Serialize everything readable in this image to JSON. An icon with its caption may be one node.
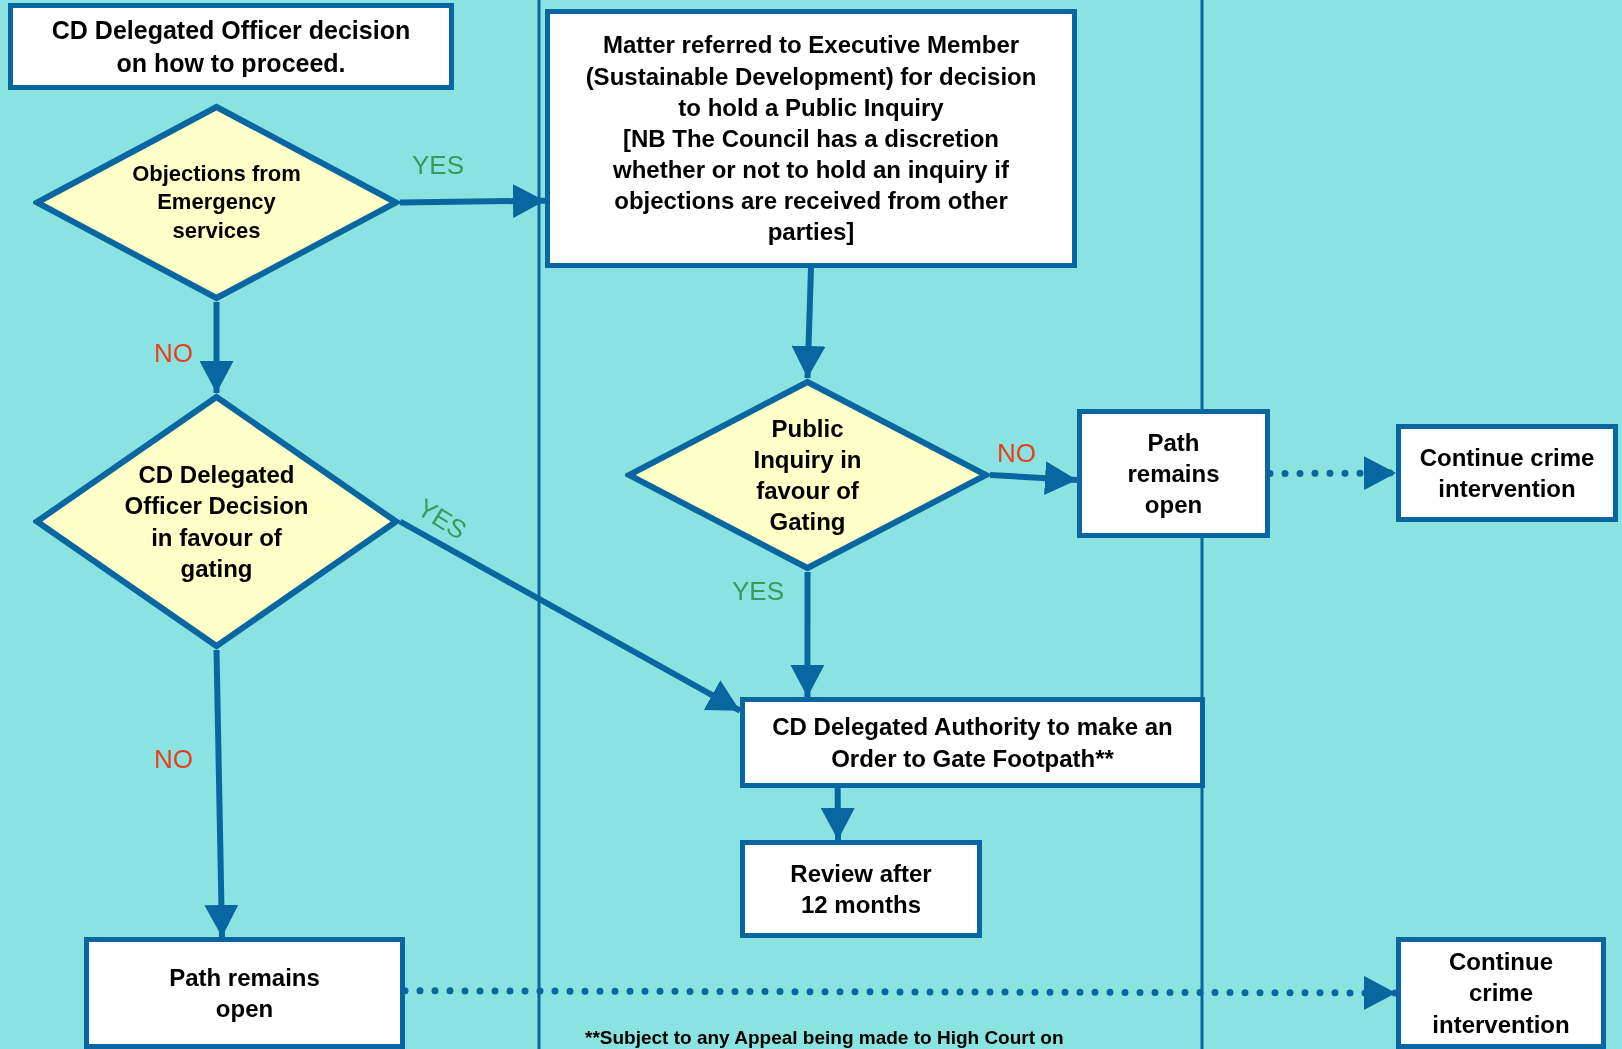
{
  "diagram": {
    "nodes": [
      {
        "text": [
          "CD Delegated Officer decision on how to proceed."
        ]
      },
      {
        "text": [
          "Objections from Emergency services"
        ]
      },
      {
        "text": [
          "Matter referred to Executive Member (Sustainable Development) for decision to hold a Public Inquiry",
          "[NB The Council has a discretion whether or not to hold an inquiry if objections are received  from other parties]"
        ]
      },
      {
        "text": [
          "CD Delegated Officer Decision in favour of gating"
        ]
      },
      {
        "text": [
          "Public Inquiry in favour of Gating"
        ]
      },
      {
        "text": [
          "Path remains open"
        ]
      },
      {
        "text": [
          "Continue crime intervention"
        ]
      },
      {
        "text": [
          "CD Delegated Authority to make an Order to Gate Footpath**"
        ]
      },
      {
        "text": [
          "Review after 12 months"
        ]
      },
      {
        "text": [
          "Path remains open"
        ]
      },
      {
        "text": [
          "Continue crime intervention"
        ]
      }
    ],
    "edges": [
      {
        "from": 1,
        "to": 2,
        "arrow": "to",
        "label": "YES"
      },
      {
        "from": 1,
        "to": 3,
        "arrow": "to",
        "label": "NO"
      },
      {
        "from": 3,
        "to": 7,
        "arrow": "to",
        "label": "YES"
      },
      {
        "from": 3,
        "to": 9,
        "arrow": "to",
        "label": "NO"
      },
      {
        "from": 2,
        "to": 4,
        "arrow": "to"
      },
      {
        "from": 4,
        "to": 5,
        "arrow": "to",
        "label": "NO"
      },
      {
        "from": 4,
        "to": 7,
        "arrow": "to",
        "label": "YES"
      },
      {
        "from": 5,
        "to": 6,
        "arrow": "to",
        "style": "dashed"
      },
      {
        "from": 7,
        "to": 8,
        "arrow": "to"
      },
      {
        "from": 9,
        "to": 10,
        "arrow": "to",
        "style": "dashed"
      }
    ],
    "labels": [
      "**Subject to any Appeal being made to High Court on"
    ]
  }
}
